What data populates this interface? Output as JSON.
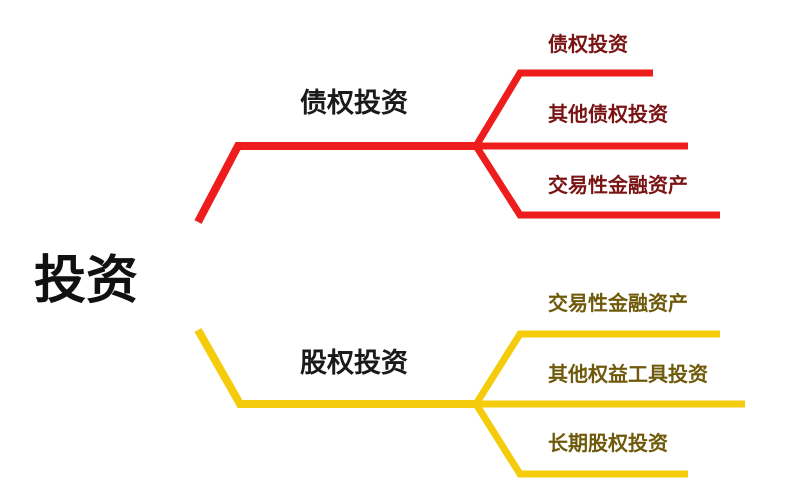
{
  "colors": {
    "root_text": "#111111",
    "branch_text": "#1a1a1a",
    "red_line": "#ee1c1c",
    "red_leaf_text": "#7a1414",
    "yellow_line": "#f5cc0c",
    "yellow_leaf_text": "#6e5a0a"
  },
  "root": {
    "label": "投资"
  },
  "branches": [
    {
      "label": "债权投资",
      "color_key": "red",
      "leaves": [
        {
          "label": "债权投资"
        },
        {
          "label": "其他债权投资"
        },
        {
          "label": "交易性金融资产"
        }
      ]
    },
    {
      "label": "股权投资",
      "color_key": "yellow",
      "leaves": [
        {
          "label": "交易性金融资产"
        },
        {
          "label": "其他权益工具投资"
        },
        {
          "label": "长期股权投资"
        }
      ]
    }
  ]
}
